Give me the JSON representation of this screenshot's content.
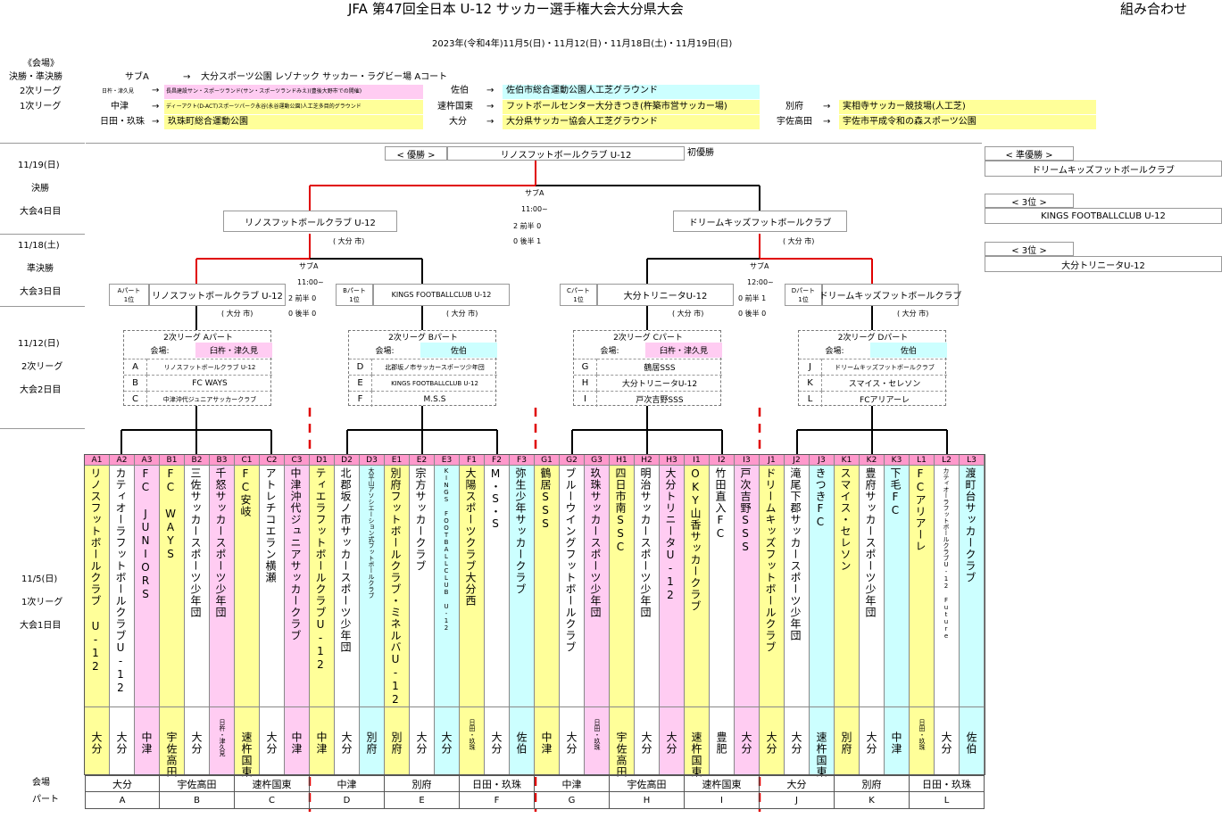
{
  "header": {
    "title": "JFA 第47回全日本 U-12 サッカー選手権大会大分県大会",
    "right_label": "組み合わせ",
    "dates": "2023年(令和4年)11月5(日)・11月12(日)・11月18日(土)・11月19日(日)"
  },
  "venues": {
    "heading": "《会場》",
    "rows": [
      {
        "label": "決勝・準決勝",
        "entries": [
          {
            "area": "サブA",
            "arrow": "→",
            "name": "大分スポーツ公園 レゾナック サッカー・ラグビー場 Aコート",
            "color": "#ffffff"
          }
        ]
      },
      {
        "label": "2次リーグ",
        "entries": [
          {
            "area": "日杵・津久見",
            "arrow": "→",
            "name": "長昌建設サン・スポーツランド(サン・スポーツランドみえ)(豊後大野市での開催)",
            "color": "#ffccf2"
          },
          {
            "area": "佐伯",
            "arrow": "→",
            "name": "佐伯市総合運動公園人工芝グラウンド",
            "color": "#ccffff"
          }
        ]
      },
      {
        "label": "1次リーグ",
        "entries": [
          {
            "area": "中津",
            "arrow": "→",
            "name": "ディーアクト(D-ACT)スポーツパーク永谷(永谷運動公園)人工芝多目的グラウンド",
            "color": "#ffff99"
          },
          {
            "area": "速杵国東",
            "arrow": "→",
            "name": "フットボールセンター大分きつき(杵築市営サッカー場)",
            "color": "#ffff99"
          },
          {
            "area": "別府",
            "arrow": "→",
            "name": "実相寺サッカー競技場(人工芝)",
            "color": "#ffff99"
          }
        ]
      },
      {
        "label": "",
        "entries": [
          {
            "area": "日田・玖珠",
            "arrow": "→",
            "name": "玖珠町総合運動公園",
            "color": "#ffff99"
          },
          {
            "area": "大分",
            "arrow": "→",
            "name": "大分県サッカー協会人工芝グラウンド",
            "color": "#ffff99"
          },
          {
            "area": "宇佐高田",
            "arrow": "→",
            "name": "宇佐市平成令和の森スポーツ公園",
            "color": "#ffff99"
          }
        ]
      }
    ]
  },
  "days": [
    {
      "date": "11/19(日)",
      "round": "決勝",
      "day": "大会4日目"
    },
    {
      "date": "11/18(土)",
      "round": "準決勝",
      "day": "大会3日目"
    },
    {
      "date": "11/12(日)",
      "round": "2次リーグ",
      "day": "大会2日目"
    },
    {
      "date": "11/5(日)",
      "round": "1次リーグ",
      "day": "大会1日目"
    }
  ],
  "final": {
    "winner_label": "< 優勝 >",
    "winner": "リノスフットボールクラブ U-12",
    "first_title": "初優勝",
    "venue": "サブA",
    "time": "11:00~",
    "left_team": "リノスフットボールクラブ U-12",
    "left_city": "( 大分 市)",
    "right_team": "ドリームキッズフットボールクラブ",
    "right_city": "( 大分 市)",
    "score_first": "2 前半 0",
    "score_second": "0 後半 1"
  },
  "placings": [
    {
      "label": "< 準優勝 >",
      "team": "ドリームキッズフットボールクラブ"
    },
    {
      "label": "< 3位 >",
      "team": "KINGS FOOTBALLCLUB U-12"
    },
    {
      "label": "< 3位 >",
      "team": "大分トリニータU-12"
    }
  ],
  "semis": [
    {
      "venue": "サブA",
      "time": "11:00~",
      "score_first": "2 前半 0",
      "score_second": "0 後半 0",
      "left": {
        "part": "Aパート",
        "rank": "1位",
        "team": "リノスフットボールクラブ U-12",
        "city": "( 大分 市)"
      },
      "right": {
        "part": "Bパート",
        "rank": "1位",
        "team": "KINGS FOOTBALLCLUB U-12",
        "city": "( 大分 市)"
      }
    },
    {
      "venue": "サブA",
      "time": "12:00~",
      "score_first": "0 前半 1",
      "score_second": "0 後半 0",
      "left": {
        "part": "Cパート",
        "rank": "1位",
        "team": "大分トリニータU-12",
        "city": "( 大分 市)"
      },
      "right": {
        "part": "Dパート",
        "rank": "1位",
        "team": "ドリームキッズフットボールクラブ",
        "city": "( 大分 市)"
      }
    }
  ],
  "second_league": [
    {
      "title": "2次リーグ Aパート",
      "venue_label": "会場:",
      "venue": "臼杵・津久見",
      "venue_color": "#ffccf2",
      "rows": [
        {
          "k": "A",
          "team": "リノスフットボールクラブ U-12"
        },
        {
          "k": "B",
          "team": "FC WAYS"
        },
        {
          "k": "C",
          "team": "中津沖代ジュニアサッカークラブ"
        }
      ]
    },
    {
      "title": "2次リーグ Bパート",
      "venue_label": "会場:",
      "venue": "佐伯",
      "venue_color": "#ccffff",
      "rows": [
        {
          "k": "D",
          "team": "北郡坂ノ市サッカースポーツ少年団"
        },
        {
          "k": "E",
          "team": "KINGS FOOTBALLCLUB U-12"
        },
        {
          "k": "F",
          "team": "M.S.S"
        }
      ]
    },
    {
      "title": "2次リーグ Cパート",
      "venue_label": "会場:",
      "venue": "臼杵・津久見",
      "venue_color": "#ffccf2",
      "rows": [
        {
          "k": "G",
          "team": "鶴居SSS"
        },
        {
          "k": "H",
          "team": "大分トリニータU-12"
        },
        {
          "k": "I",
          "team": "戸次吉野SSS"
        }
      ]
    },
    {
      "title": "2次リーグ Dパート",
      "venue_label": "会場:",
      "venue": "佐伯",
      "venue_color": "#ccffff",
      "rows": [
        {
          "k": "J",
          "team": "ドリームキッズフットボールクラブ"
        },
        {
          "k": "K",
          "team": "スマイス・セレソン"
        },
        {
          "k": "L",
          "team": "FCアリアーレ"
        }
      ]
    }
  ],
  "first_league": [
    {
      "code": "A1",
      "team": "リノスフットボールクラブ U-12",
      "venue": "大分",
      "color": "#ffff99"
    },
    {
      "code": "A2",
      "team": "カティオーラフットボールクラブU-12",
      "venue": "大分",
      "color": "#ffffff"
    },
    {
      "code": "A3",
      "team": "FC JUNIORS",
      "venue": "中津",
      "color": "#ffccf2"
    },
    {
      "code": "B1",
      "team": "FC WAYS",
      "venue": "宇佐高田",
      "color": "#ffff99"
    },
    {
      "code": "B2",
      "team": "三佐サッカースポーツ少年団",
      "venue": "大分",
      "color": "#ffffff"
    },
    {
      "code": "B3",
      "team": "千怒サッカースポーツ少年団",
      "venue": "日杵・津久見",
      "color": "#ffccf2"
    },
    {
      "code": "C1",
      "team": "FC安岐",
      "venue": "速杵国東",
      "color": "#ffff99"
    },
    {
      "code": "C2",
      "team": "アトレチコエラン横瀬",
      "venue": "大分",
      "color": "#ffffff"
    },
    {
      "code": "C3",
      "team": "中津沖代ジュニアサッカークラブ",
      "venue": "中津",
      "color": "#ffccf2"
    },
    {
      "code": "D1",
      "team": "ティエラフットボールクラブU-12",
      "venue": "中津",
      "color": "#ffff99"
    },
    {
      "code": "D2",
      "team": "北郡坂ノ市サッカースポーツ少年団",
      "venue": "大分",
      "color": "#ffffff"
    },
    {
      "code": "D3",
      "team": "大平山アソシエーション式フットボールクラブ",
      "venue": "別府",
      "color": "#ccffff"
    },
    {
      "code": "E1",
      "team": "別府フットボールクラブ・ミネルバU-12",
      "venue": "別府",
      "color": "#ffff99"
    },
    {
      "code": "E2",
      "team": "宗方サッカークラブ",
      "venue": "大分",
      "color": "#ffffff"
    },
    {
      "code": "E3",
      "team": "KINGS FOOTBALLCLUB U-12",
      "venue": "大分",
      "color": "#ccffff"
    },
    {
      "code": "F1",
      "team": "大陽スポーツクラブ大分西",
      "venue": "日田・玖珠",
      "color": "#ffff99"
    },
    {
      "code": "F2",
      "team": "M・S・S",
      "venue": "大分",
      "color": "#ffffff"
    },
    {
      "code": "F3",
      "team": "弥生少年サッカークラブ",
      "venue": "佐伯",
      "color": "#ccffff"
    },
    {
      "code": "G1",
      "team": "鶴居SSS",
      "venue": "中津",
      "color": "#ffff99"
    },
    {
      "code": "G2",
      "team": "ブルーウイングフットボールクラブ",
      "venue": "大分",
      "color": "#ffffff"
    },
    {
      "code": "G3",
      "team": "玖珠サッカースポーツ少年団",
      "venue": "日田・玖珠",
      "color": "#ffccf2"
    },
    {
      "code": "H1",
      "team": "四日市南SSC",
      "venue": "宇佐高田",
      "color": "#ffff99"
    },
    {
      "code": "H2",
      "team": "明治サッカースポーツ少年団",
      "venue": "大分",
      "color": "#ffffff"
    },
    {
      "code": "H3",
      "team": "大分トリニータU-12",
      "venue": "大分",
      "color": "#ffccf2"
    },
    {
      "code": "I1",
      "team": "OKY山香サッカークラブ",
      "venue": "速杵国東",
      "color": "#ffff99"
    },
    {
      "code": "I2",
      "team": "竹田直入FC",
      "venue": "豊肥",
      "color": "#ffffff"
    },
    {
      "code": "I3",
      "team": "戸次吉野SSS",
      "venue": "大分",
      "color": "#ffccf2"
    },
    {
      "code": "J1",
      "team": "ドリームキッズフットボールクラブ",
      "venue": "大分",
      "color": "#ffff99"
    },
    {
      "code": "J2",
      "team": "滝尾下郡サッカースポーツ少年団",
      "venue": "大分",
      "color": "#ffffff"
    },
    {
      "code": "J3",
      "team": "きつきFC",
      "venue": "速杵国東",
      "color": "#ccffff"
    },
    {
      "code": "K1",
      "team": "スマイス・セレソン",
      "venue": "別府",
      "color": "#ffff99"
    },
    {
      "code": "K2",
      "team": "豊府サッカースポーツ少年団",
      "venue": "大分",
      "color": "#ffffff"
    },
    {
      "code": "K3",
      "team": "下毛FC",
      "venue": "中津",
      "color": "#ccffff"
    },
    {
      "code": "L1",
      "team": "FCアリアーレ",
      "venue": "日田・玖珠",
      "color": "#ffff99"
    },
    {
      "code": "L2",
      "team": "カティオーラフットボールクラブU-12 Future",
      "venue": "大分",
      "color": "#ffffff"
    },
    {
      "code": "L3",
      "team": "渡町台サッカークラブ",
      "venue": "佐伯",
      "color": "#ccffff"
    }
  ],
  "bottom": {
    "venue_label": "会場",
    "part_label": "パート",
    "venues": [
      "大分",
      "宇佐高田",
      "速杵国東",
      "中津",
      "別府",
      "日田・玖珠",
      "中津",
      "宇佐高田",
      "速杵国東",
      "大分",
      "別府",
      "日田・玖珠"
    ],
    "parts": [
      "A",
      "B",
      "C",
      "D",
      "E",
      "F",
      "G",
      "H",
      "I",
      "J",
      "K",
      "L"
    ]
  },
  "colors": {
    "win_line": "#e00000",
    "normal_line": "#000000",
    "divider": "#e00000"
  }
}
